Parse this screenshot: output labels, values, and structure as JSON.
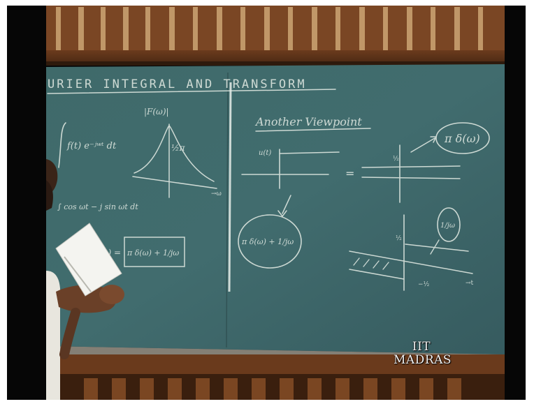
{
  "board": {
    "title": "URIER INTEGRAL AND TRANSFORM",
    "heading_right": "Another Viewpoint",
    "pi_delta": "π δ(ω)",
    "pi_delta_frac": "π δ(ω) + 1/jω",
    "boxed_expr": "π δ(ω) + 1/jω",
    "one_over_jw": "1/jω",
    "F_label": "|F(ω)|"
  },
  "watermark": {
    "line1": "IIT",
    "line2": "MADRAS"
  }
}
